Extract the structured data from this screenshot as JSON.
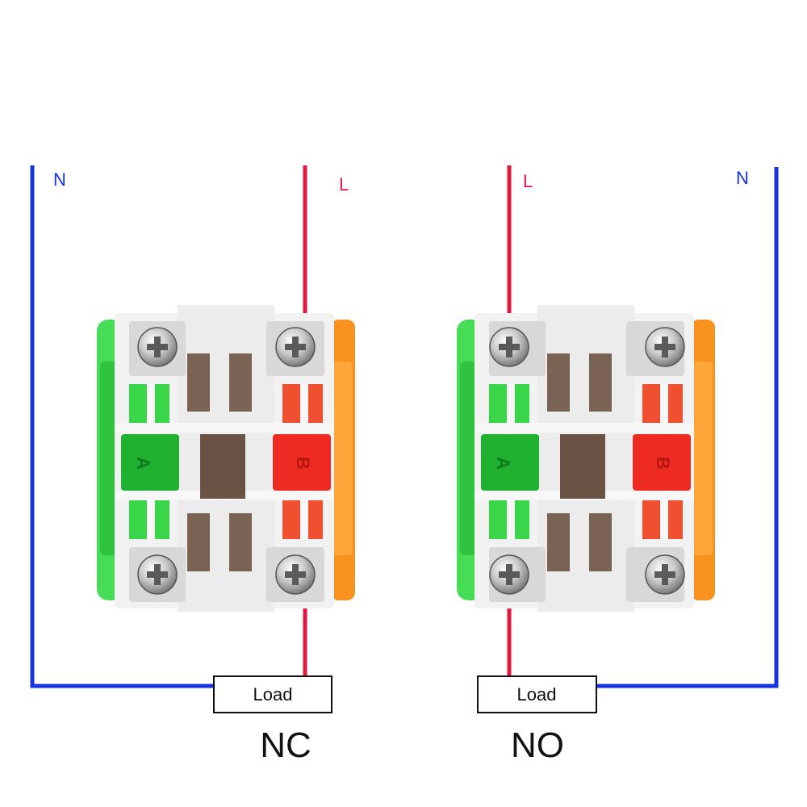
{
  "colors": {
    "neutral_wire": "#1533e0",
    "live_wire": "#e3173f",
    "green_block": "#3ad64a",
    "orange_block": "#f7921e",
    "red_button": "#ee2b22",
    "green_button": "#1fb12f",
    "housing": "#efefef",
    "contact": "#6f5a4a"
  },
  "left_diagram": {
    "neutral_label": "N",
    "live_label": "L",
    "load_label": "Load",
    "caption": "NC",
    "button_a_letter": "A",
    "button_b_letter": "B"
  },
  "right_diagram": {
    "live_label": "L",
    "neutral_label": "N",
    "load_label": "Load",
    "caption": "NO",
    "button_a_letter": "A",
    "button_b_letter": "B"
  }
}
